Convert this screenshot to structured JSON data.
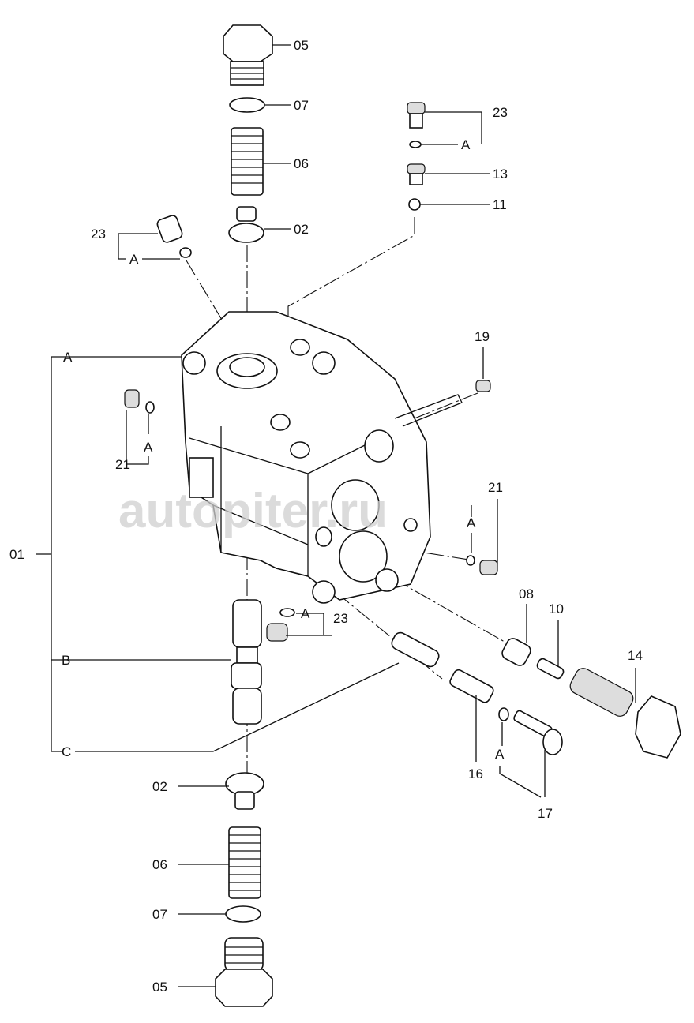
{
  "title": "Exploded parts diagram of valve block",
  "watermark": "autopiter.ru",
  "labels": {
    "top_05": "05",
    "top_07": "07",
    "top_06": "06",
    "top_02": "02",
    "tr_23": "23",
    "tr_A": "A",
    "tr_13": "13",
    "tr_11": "11",
    "tl_23": "23",
    "tl_A": "A",
    "p19": "19",
    "body_A": "A",
    "body_B": "B",
    "body_C": "C",
    "p01": "01",
    "l_21": "21",
    "l_A": "A",
    "r_21": "21",
    "r_A": "A",
    "p08": "08",
    "p10": "10",
    "p14": "14",
    "m_A": "A",
    "m_23": "23",
    "p16": "16",
    "b_A": "A",
    "p17": "17",
    "bot_02": "02",
    "bot_06": "06",
    "bot_07": "07",
    "bot_05": "05"
  }
}
